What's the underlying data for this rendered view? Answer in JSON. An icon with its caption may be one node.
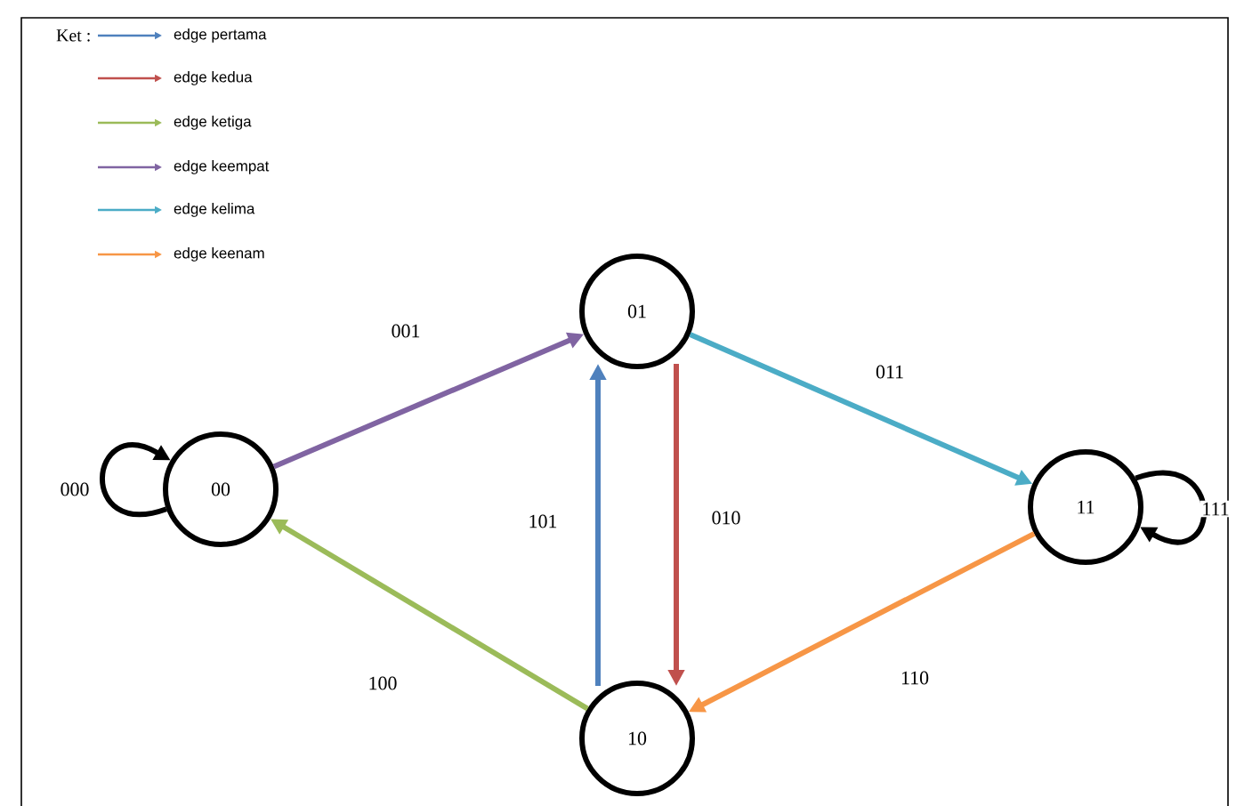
{
  "diagram": {
    "nodes": [
      {
        "text": [
          "00"
        ]
      },
      {
        "text": [
          "01"
        ]
      },
      {
        "text": [
          "10"
        ]
      },
      {
        "text": [
          "11"
        ]
      }
    ],
    "edges": [
      {
        "from": 0,
        "to": 0,
        "arrow": "to",
        "label": "000"
      },
      {
        "from": 0,
        "to": 1,
        "arrow": "to",
        "label": "001",
        "color": "#8064a2"
      },
      {
        "from": 1,
        "to": 3,
        "arrow": "to",
        "label": "011",
        "color": "#4bacc6"
      },
      {
        "from": 2,
        "to": 1,
        "arrow": "to",
        "label": "101",
        "color": "#4f81bd"
      },
      {
        "from": 1,
        "to": 2,
        "arrow": "to",
        "label": "010",
        "color": "#c0504d"
      },
      {
        "from": 2,
        "to": 0,
        "arrow": "to",
        "label": "100",
        "color": "#9bbb59"
      },
      {
        "from": 3,
        "to": 2,
        "arrow": "to",
        "label": "110",
        "color": "#f79646"
      },
      {
        "from": 3,
        "to": 3,
        "arrow": "to",
        "label": "111"
      }
    ],
    "labels": [
      "Ket :"
    ],
    "legend": [
      {
        "text": "edge pertama",
        "color": "#4f81bd"
      },
      {
        "text": "edge kedua",
        "color": "#c0504d"
      },
      {
        "text": "edge ketiga",
        "color": "#9bbb59"
      },
      {
        "text": "edge keempat",
        "color": "#8064a2"
      },
      {
        "text": "edge kelima",
        "color": "#4bacc6"
      },
      {
        "text": "edge keenam",
        "color": "#f79646"
      }
    ]
  }
}
